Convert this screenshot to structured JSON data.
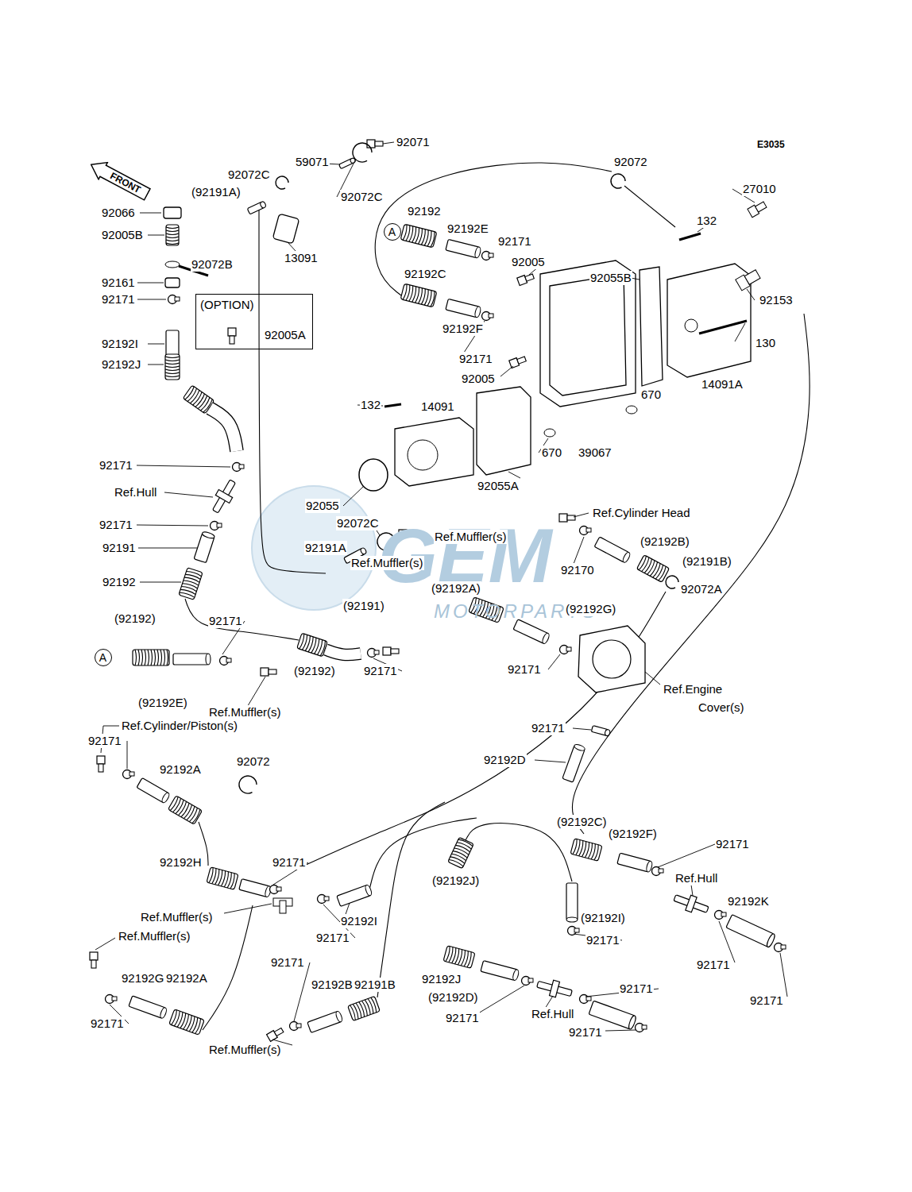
{
  "diagram": {
    "nodes": [
      {
        "text": [
          "FRONT"
        ]
      },
      {
        "text": [
          "A"
        ]
      },
      {
        "text": [
          "(OPTION)",
          "92005A"
        ]
      },
      {
        "text": [
          "A"
        ]
      }
    ],
    "labels": [
      "E3035",
      "92071",
      "59071",
      "92072C",
      "(92191A)",
      "92072C",
      "92072",
      "27010",
      "132",
      "92066",
      "92005B",
      "92072B",
      "92161",
      "92171",
      "92192I",
      "92192J",
      "13091",
      "92192",
      "92192E",
      "92171",
      "92005",
      "92055B",
      "92153",
      "92192C",
      "92192F",
      "130",
      "14091A",
      "92171",
      "92005",
      "670",
      "132",
      "14091",
      "670",
      "39067",
      "92055A",
      "92171",
      "Ref.Hull",
      "92055",
      "92072C",
      "Ref.Cylinder Head",
      "Ref.Muffler(s)",
      "92171",
      "92191A",
      "(92192B)",
      "92191",
      "92170",
      "Ref.Muffler(s)",
      "(92191B)",
      "92072A",
      "92192",
      "(92192A)",
      "(92191)",
      "(92192G)",
      "(92192)",
      "92171",
      "(92192)",
      "92171",
      "92171",
      "Ref.Engine",
      "Cover(s)",
      "(92192E)",
      "Ref.Muffler(s)",
      "Ref.Cylinder/Piston(s)",
      "92171",
      "92171",
      "92192A",
      "92072",
      "92192D",
      "(92192C)",
      "(92192F)",
      "92171",
      "92192H",
      "92171",
      "Ref.Hull",
      "92192K",
      "Ref.Muffler(s)",
      "92192I",
      "(92192J)",
      "(92192I)",
      "92171",
      "Ref.Muffler(s)",
      "92171",
      "92171",
      "92171",
      "92192G",
      "92192A",
      "92192J",
      "(92192D)",
      "92171",
      "92171",
      "92192B",
      "92191B",
      "92171",
      "Ref.Hull",
      "92171",
      "92171",
      "Ref.Muffler(s)",
      "MOTORPARTS",
      "GEM"
    ]
  }
}
